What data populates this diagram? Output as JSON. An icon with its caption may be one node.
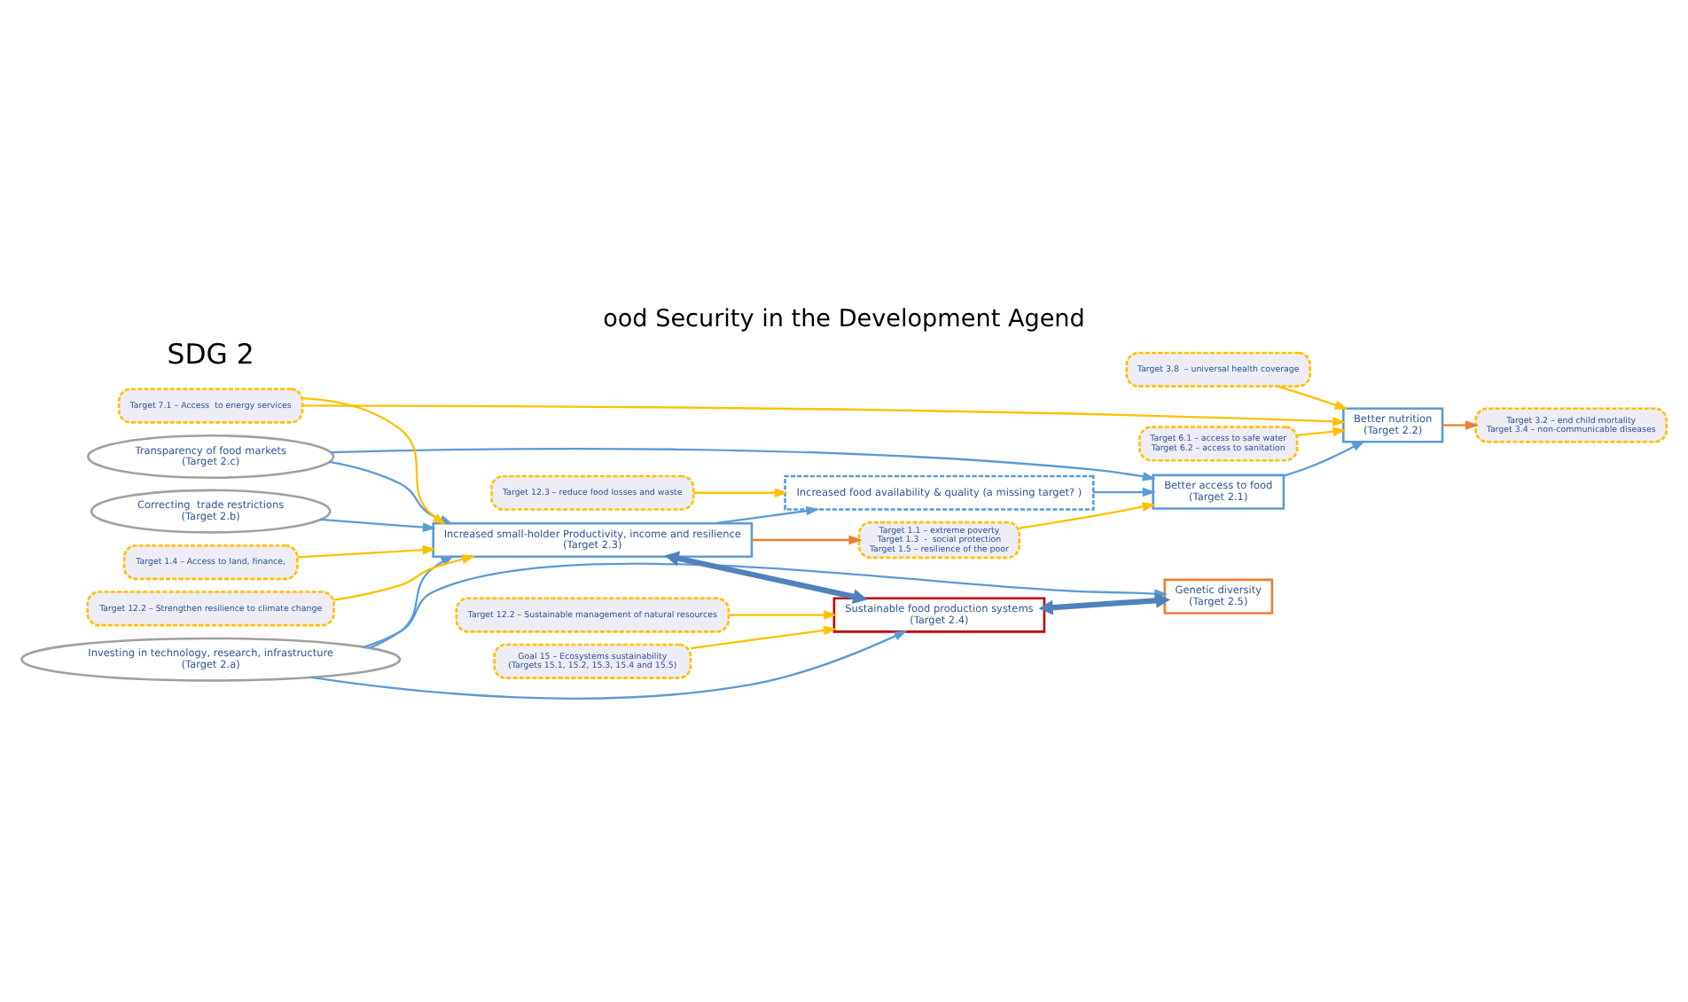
{
  "diagram": {
    "title": "ood Security in the Development Agend",
    "nodes": [
      {
        "text": [
          "Correcting  trade restrictions",
          "(Target 2.b)"
        ]
      },
      {
        "text": [
          "Investing in technology, research, infrastructure",
          "(Target 2.a)"
        ]
      },
      {
        "text": [
          "Transparency of food markets",
          "(Target 2.c)"
        ]
      },
      {
        "text": [
          "Target 7.1 – Access  to energy services"
        ]
      },
      {
        "text": [
          "Target 6.1 – access to safe water",
          "Target 6.2 – access to sanitation"
        ]
      },
      {
        "text": [
          "Better nutrition",
          "(Target 2.2)"
        ]
      },
      {
        "text": [
          "Increased small-holder Productivity, income and resilience",
          "(Target 2.3)"
        ]
      },
      {
        "text": [
          "Increased food availability & quality (a missing target? )"
        ]
      },
      {
        "text": [
          "Better access to food",
          "(Target 2.1)"
        ]
      },
      {
        "text": [
          "Target 3.8  – universal health coverage"
        ]
      },
      {
        "text": [
          "Target 12.3 – reduce food losses and waste"
        ]
      },
      {
        "text": [
          "Sustainable food production systems",
          "(Target 2.4)"
        ]
      },
      {
        "text": [
          "Target 1.1 – extreme poverty",
          "Target 1.3  -  social protection",
          "Target 1.5 – resilience of the poor"
        ]
      },
      {
        "text": [
          "Target 1.4 – Access to land, finance,"
        ]
      },
      {
        "text": [
          "Genetic diversity",
          "(Target 2.5)"
        ]
      },
      {
        "text": [
          "Target 12.2 – Strengthen resilience to climate change"
        ]
      },
      {
        "text": [
          "Target 3.2 – end child mortality",
          "Target 3.4 – non-communicable diseases"
        ]
      },
      {
        "text": [
          "Target 12.2 – Sustainable management of natural resources"
        ]
      },
      {
        "text": [
          "Goal 15 – Ecosystems sustainability",
          "(Targets 15.1, 15.2, 15.3, 15.4 and 15.5)"
        ]
      }
    ],
    "edges": [
      {
        "from": 0,
        "to": 6,
        "arrow": "to",
        "color": "#5b9bd5"
      },
      {
        "from": 1,
        "to": 6,
        "arrow": "to",
        "color": "#5b9bd5"
      },
      {
        "from": 1,
        "to": 11,
        "arrow": "to",
        "color": "#5b9bd5"
      },
      {
        "from": 1,
        "to": 14,
        "arrow": "to",
        "color": "#5b9bd5"
      },
      {
        "from": 2,
        "to": 6,
        "arrow": "to",
        "color": "#5b9bd5"
      },
      {
        "from": 2,
        "to": 8,
        "arrow": "to",
        "color": "#5b9bd5"
      },
      {
        "from": 3,
        "to": 6,
        "arrow": "to",
        "color": "#ffc000"
      },
      {
        "from": 3,
        "to": 5,
        "arrow": "to",
        "color": "#ffc000"
      },
      {
        "from": 4,
        "to": 5,
        "arrow": "to",
        "color": "#ffc000"
      },
      {
        "from": 6,
        "to": 7,
        "arrow": "to",
        "color": "#5b9bd5"
      },
      {
        "from": 7,
        "to": 8,
        "arrow": "to",
        "color": "#5b9bd5"
      },
      {
        "from": 8,
        "to": 5,
        "arrow": "to",
        "color": "#5b9bd5"
      },
      {
        "from": 9,
        "to": 5,
        "arrow": "to",
        "color": "#ffc000"
      },
      {
        "from": 10,
        "to": 7,
        "arrow": "to",
        "color": "#ffc000"
      },
      {
        "from": 6,
        "to": 11,
        "arrow": "both",
        "style": "thick",
        "color": "#4f81bd"
      },
      {
        "from": 11,
        "to": 14,
        "arrow": "both",
        "style": "thick",
        "color": "#4f81bd"
      },
      {
        "from": 6,
        "to": 12,
        "arrow": "to",
        "color": "#ed7d31"
      },
      {
        "from": 5,
        "to": 16,
        "arrow": "to",
        "color": "#ed7d31"
      },
      {
        "from": 12,
        "to": 8,
        "arrow": "to",
        "color": "#ffc000"
      },
      {
        "from": 13,
        "to": 6,
        "arrow": "to",
        "color": "#ffc000"
      },
      {
        "from": 15,
        "to": 6,
        "arrow": "to",
        "color": "#ffc000"
      },
      {
        "from": 17,
        "to": 11,
        "arrow": "to",
        "color": "#ffc000"
      },
      {
        "from": 18,
        "to": 11,
        "arrow": "to",
        "color": "#ffc000"
      }
    ],
    "labels": [
      "SDG 2"
    ]
  }
}
